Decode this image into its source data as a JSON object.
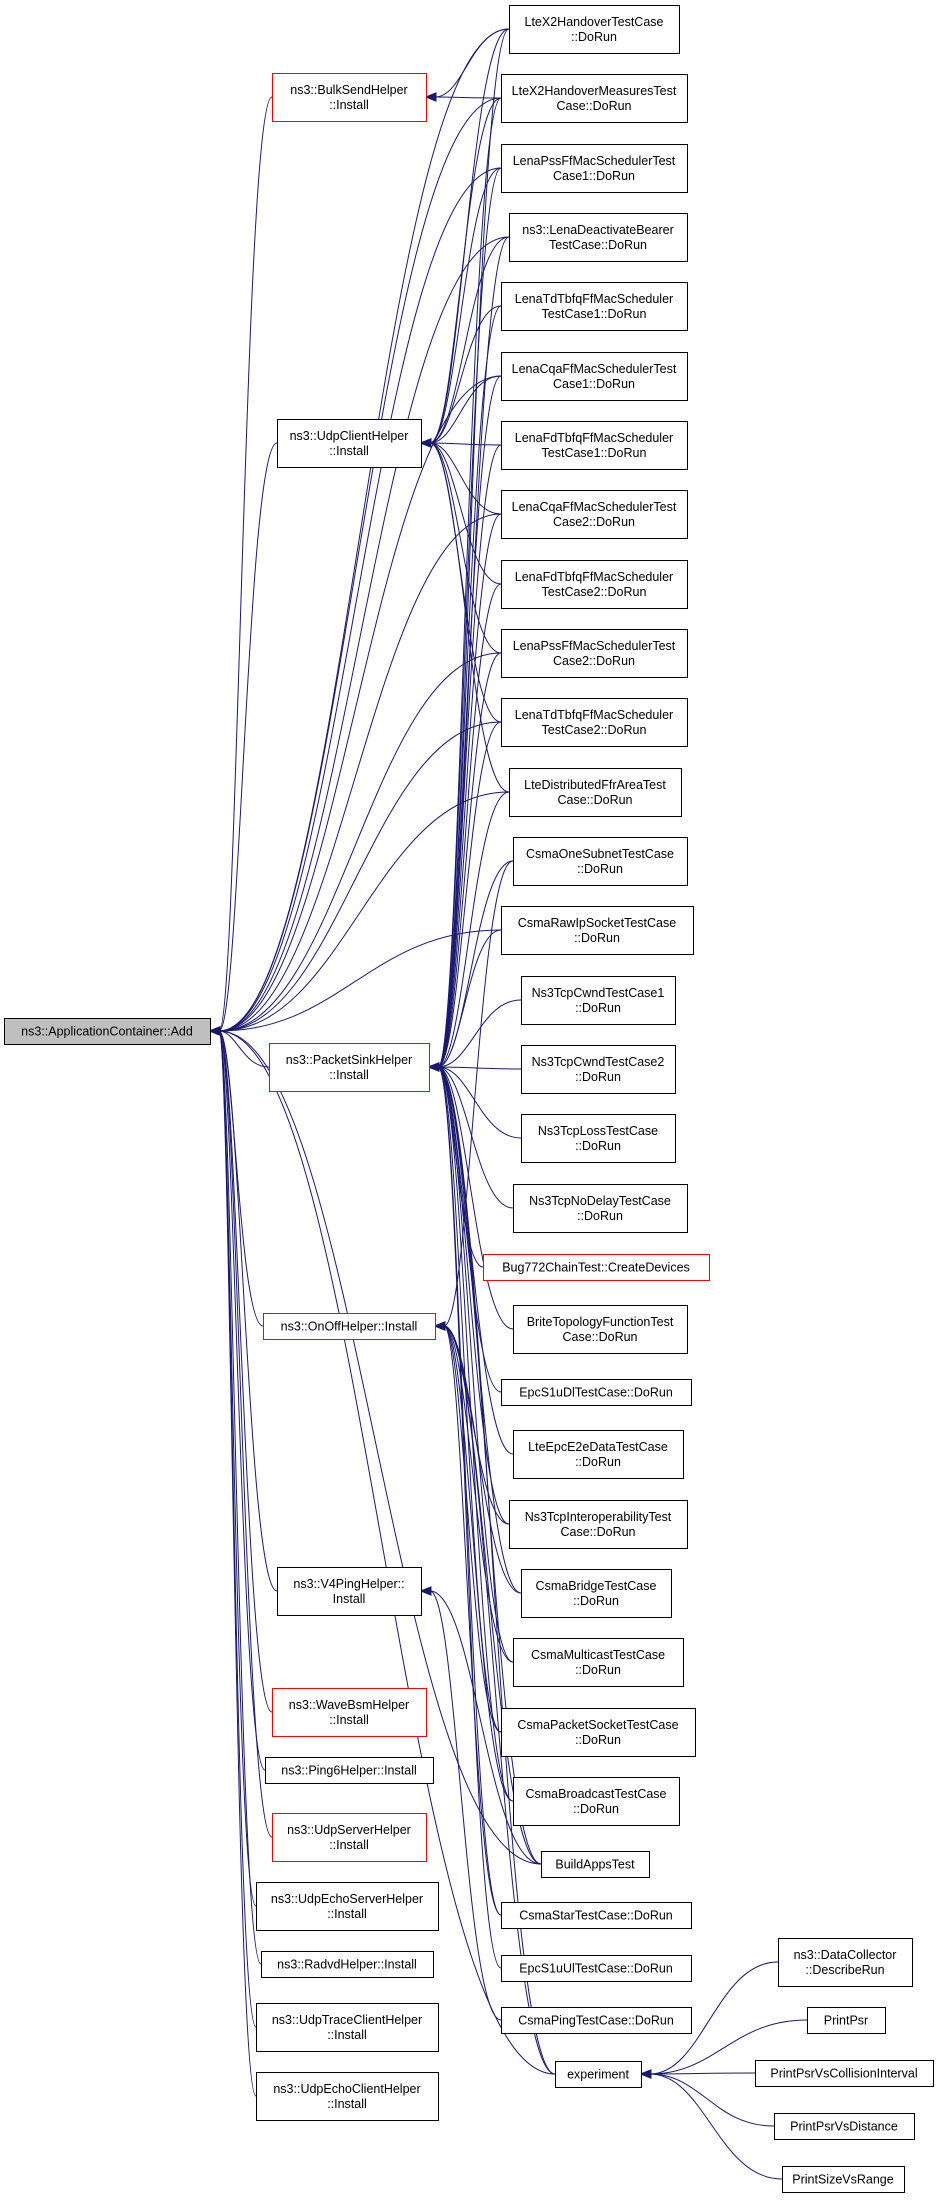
{
  "diagram": {
    "title": "",
    "edge_color": "#191970",
    "nodes": [
      {
        "id": "root",
        "lines": [
          "ns3::ApplicationContainer::Add"
        ],
        "style": "root"
      },
      {
        "id": "bulksend",
        "lines": [
          "ns3::BulkSendHelper",
          "::Install"
        ],
        "style": "red"
      },
      {
        "id": "udpclient",
        "lines": [
          "ns3::UdpClientHelper",
          "::Install"
        ],
        "style": "normal"
      },
      {
        "id": "packetsink",
        "lines": [
          "ns3::PacketSinkHelper",
          "::Install"
        ],
        "style": "red"
      },
      {
        "id": "onoff",
        "lines": [
          "ns3::OnOffHelper::Install"
        ],
        "style": "red"
      },
      {
        "id": "v4ping",
        "lines": [
          "ns3::V4PingHelper::",
          "Install"
        ],
        "style": "normal"
      },
      {
        "id": "wavebsm",
        "lines": [
          "ns3::WaveBsmHelper",
          "::Install"
        ],
        "style": "red"
      },
      {
        "id": "ping6",
        "lines": [
          "ns3::Ping6Helper::Install"
        ],
        "style": "normal"
      },
      {
        "id": "udpserver",
        "lines": [
          "ns3::UdpServerHelper",
          "::Install"
        ],
        "style": "red"
      },
      {
        "id": "udpechoserver",
        "lines": [
          "ns3::UdpEchoServerHelper",
          "::Install"
        ],
        "style": "normal"
      },
      {
        "id": "radvd",
        "lines": [
          "ns3::RadvdHelper::Install"
        ],
        "style": "normal"
      },
      {
        "id": "udptrace",
        "lines": [
          "ns3::UdpTraceClientHelper",
          "::Install"
        ],
        "style": "normal"
      },
      {
        "id": "udpechoclient",
        "lines": [
          "ns3::UdpEchoClientHelper",
          "::Install"
        ],
        "style": "normal"
      },
      {
        "id": "ltex2ho",
        "lines": [
          "LteX2HandoverTestCase",
          "::DoRun"
        ],
        "style": "normal"
      },
      {
        "id": "ltex2hom",
        "lines": [
          "LteX2HandoverMeasuresTest",
          "Case::DoRun"
        ],
        "style": "normal"
      },
      {
        "id": "pss1",
        "lines": [
          "LenaPssFfMacSchedulerTest",
          "Case1::DoRun"
        ],
        "style": "normal"
      },
      {
        "id": "deact",
        "lines": [
          "ns3::LenaDeactivateBearer",
          "TestCase::DoRun"
        ],
        "style": "normal"
      },
      {
        "id": "tdtbfq1",
        "lines": [
          "LenaTdTbfqFfMacScheduler",
          "TestCase1::DoRun"
        ],
        "style": "normal"
      },
      {
        "id": "cqa1",
        "lines": [
          "LenaCqaFfMacSchedulerTest",
          "Case1::DoRun"
        ],
        "style": "normal"
      },
      {
        "id": "fdtbfq1",
        "lines": [
          "LenaFdTbfqFfMacScheduler",
          "TestCase1::DoRun"
        ],
        "style": "normal"
      },
      {
        "id": "cqa2",
        "lines": [
          "LenaCqaFfMacSchedulerTest",
          "Case2::DoRun"
        ],
        "style": "normal"
      },
      {
        "id": "fdtbfq2",
        "lines": [
          "LenaFdTbfqFfMacScheduler",
          "TestCase2::DoRun"
        ],
        "style": "normal"
      },
      {
        "id": "pss2",
        "lines": [
          "LenaPssFfMacSchedulerTest",
          "Case2::DoRun"
        ],
        "style": "normal"
      },
      {
        "id": "tdtbfq2",
        "lines": [
          "LenaTdTbfqFfMacScheduler",
          "TestCase2::DoRun"
        ],
        "style": "normal"
      },
      {
        "id": "ffrarea",
        "lines": [
          "LteDistributedFfrAreaTest",
          "Case::DoRun"
        ],
        "style": "normal"
      },
      {
        "id": "csmaone",
        "lines": [
          "CsmaOneSubnetTestCase",
          "::DoRun"
        ],
        "style": "normal"
      },
      {
        "id": "csmaraw",
        "lines": [
          "CsmaRawIpSocketTestCase",
          "::DoRun"
        ],
        "style": "normal"
      },
      {
        "id": "cwnd1",
        "lines": [
          "Ns3TcpCwndTestCase1",
          "::DoRun"
        ],
        "style": "normal"
      },
      {
        "id": "cwnd2",
        "lines": [
          "Ns3TcpCwndTestCase2",
          "::DoRun"
        ],
        "style": "normal"
      },
      {
        "id": "tcploss",
        "lines": [
          "Ns3TcpLossTestCase",
          "::DoRun"
        ],
        "style": "normal"
      },
      {
        "id": "tcpnodelay",
        "lines": [
          "Ns3TcpNoDelayTestCase",
          "::DoRun"
        ],
        "style": "normal"
      },
      {
        "id": "bug772",
        "lines": [
          "Bug772ChainTest::CreateDevices"
        ],
        "style": "red"
      },
      {
        "id": "brite",
        "lines": [
          "BriteTopologyFunctionTest",
          "Case::DoRun"
        ],
        "style": "normal"
      },
      {
        "id": "epcs1udl",
        "lines": [
          "EpcS1uDlTestCase::DoRun"
        ],
        "style": "normal"
      },
      {
        "id": "epce2e",
        "lines": [
          "LteEpcE2eDataTestCase",
          "::DoRun"
        ],
        "style": "normal"
      },
      {
        "id": "tcpinterop",
        "lines": [
          "Ns3TcpInteroperabilityTest",
          "Case::DoRun"
        ],
        "style": "normal"
      },
      {
        "id": "csmabridge",
        "lines": [
          "CsmaBridgeTestCase",
          "::DoRun"
        ],
        "style": "normal"
      },
      {
        "id": "csmamulti",
        "lines": [
          "CsmaMulticastTestCase",
          "::DoRun"
        ],
        "style": "normal"
      },
      {
        "id": "csmapacket",
        "lines": [
          "CsmaPacketSocketTestCase",
          "::DoRun"
        ],
        "style": "normal"
      },
      {
        "id": "csmabroad",
        "lines": [
          "CsmaBroadcastTestCase",
          "::DoRun"
        ],
        "style": "normal"
      },
      {
        "id": "buildapps",
        "lines": [
          "BuildAppsTest"
        ],
        "style": "normal"
      },
      {
        "id": "csmastar",
        "lines": [
          "CsmaStarTestCase::DoRun"
        ],
        "style": "normal"
      },
      {
        "id": "epcs1uul",
        "lines": [
          "EpcS1uUlTestCase::DoRun"
        ],
        "style": "normal"
      },
      {
        "id": "csmaping",
        "lines": [
          "CsmaPingTestCase::DoRun"
        ],
        "style": "normal"
      },
      {
        "id": "experiment",
        "lines": [
          "experiment"
        ],
        "style": "normal"
      },
      {
        "id": "describerun",
        "lines": [
          "ns3::DataCollector",
          "::DescribeRun"
        ],
        "style": "normal"
      },
      {
        "id": "printpsr",
        "lines": [
          "PrintPsr"
        ],
        "style": "normal"
      },
      {
        "id": "printpsrcoll",
        "lines": [
          "PrintPsrVsCollisionInterval"
        ],
        "style": "normal"
      },
      {
        "id": "printpsrdist",
        "lines": [
          "PrintPsrVsDistance"
        ],
        "style": "normal"
      },
      {
        "id": "printsize",
        "lines": [
          "PrintSizeVsRange"
        ],
        "style": "normal"
      }
    ]
  }
}
